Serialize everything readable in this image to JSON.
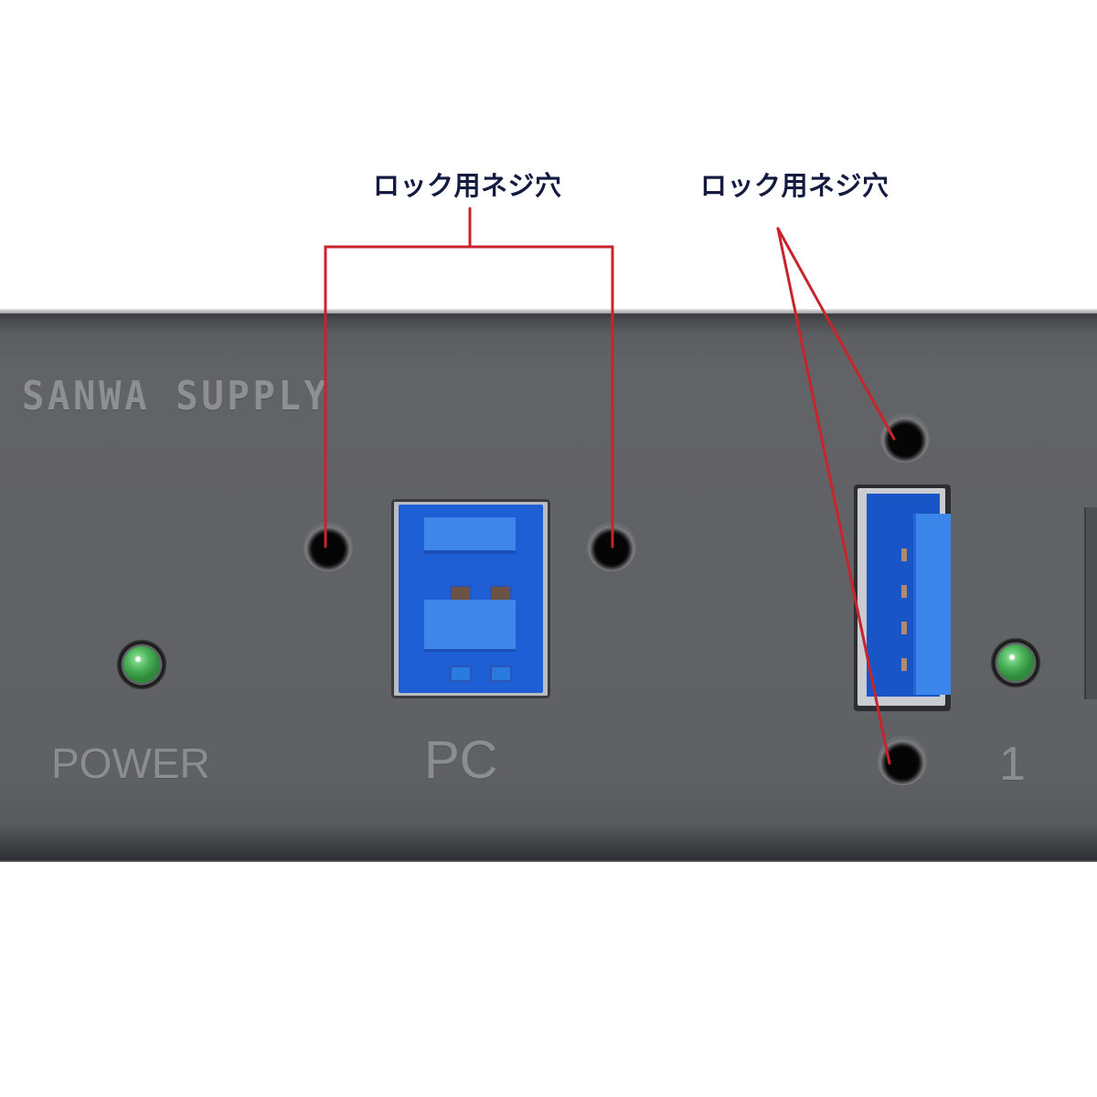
{
  "annotations": {
    "left_label": "ロック用ネジ穴",
    "right_label": "ロック用ネジ穴",
    "line_color": "#c8242c",
    "label_color": "#141a40"
  },
  "device": {
    "brand": "SANWA SUPPLY",
    "body_color": "#606165",
    "engraving_color": "#8b8e90",
    "indicators": [
      {
        "label": "POWER",
        "led_color": "#4cb35a"
      },
      {
        "label": "1",
        "led_color": "#4cb35a"
      }
    ],
    "ports": [
      {
        "label": "PC",
        "type": "USB 3.0 Type-B",
        "color": "#1f5fd6"
      },
      {
        "label": "1",
        "type": "USB 3.0 Type-A",
        "color": "#1a55c8"
      }
    ]
  }
}
